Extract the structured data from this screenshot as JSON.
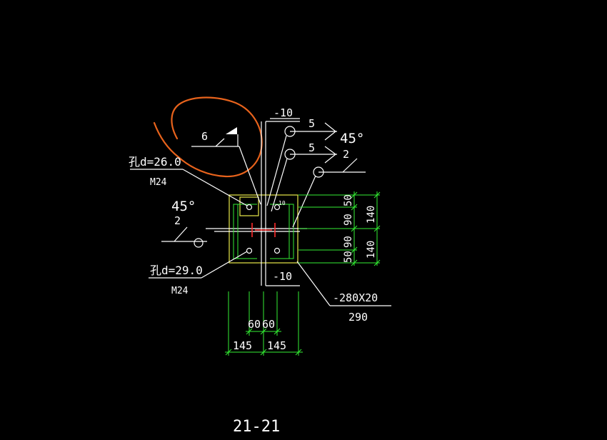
{
  "drawing": {
    "section_title": "21-21",
    "colors": {
      "background": "#000000",
      "line": "#ffffff",
      "dimension": "#33ee33",
      "plate": "#e8e84a",
      "weld": "#ff2a2a",
      "markup": "#e8631c"
    }
  },
  "annotations": {
    "plate_thickness_top": "-10",
    "plate_thickness_bottom": "-10",
    "weld_size_1": "5",
    "weld_size_2": "5",
    "weld_size_circled": "6",
    "angle_top": "45°",
    "angle_left": "45°",
    "gap_top": "2",
    "gap_left": "2",
    "hole_top": "孔d=26.0",
    "bolt_top": "M24",
    "hole_bottom": "孔d=29.0",
    "bolt_bottom": "M24",
    "base_plate": "-280X20",
    "base_plate_sub": "290",
    "small_tag": "10"
  },
  "dimensions": {
    "right_inner": [
      "50",
      "90",
      "90",
      "50"
    ],
    "right_outer": [
      "140",
      "140"
    ],
    "bottom_inner": [
      "60",
      "60"
    ],
    "bottom_outer": [
      "145",
      "145"
    ]
  }
}
